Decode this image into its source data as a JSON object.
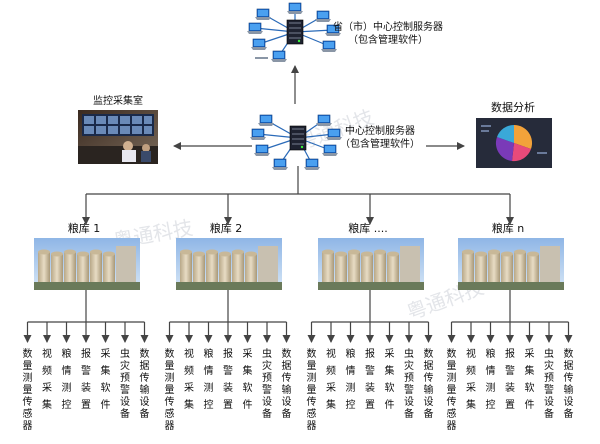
{
  "province_server": {
    "line1": "省（市）中心控制服务器",
    "line2": "（包含管理软件）"
  },
  "center_server": {
    "line1": "中心控制服务器",
    "line2": "（包含管理软件）"
  },
  "monitor_room": {
    "label": "监控采集室"
  },
  "data_analysis": {
    "label": "数据分析"
  },
  "watermark": {
    "text": "粤通科技"
  },
  "warehouses": [
    {
      "label": "粮库 1"
    },
    {
      "label": "粮库 2"
    },
    {
      "label": "粮库 ...."
    },
    {
      "label": "粮库 n"
    }
  ],
  "devices": [
    {
      "label": "数量测量传感器"
    },
    {
      "label": "视频采集"
    },
    {
      "label": "粮情测控"
    },
    {
      "label": "报警装置"
    },
    {
      "label": "采集软件"
    },
    {
      "label": "虫灾预警设备"
    },
    {
      "label": "数据传输设备"
    }
  ],
  "colors": {
    "line": "#444444",
    "sky": "#a9c9ec",
    "silo": "#d8c8a8",
    "monitor": "#1a2a4a",
    "pie_bg": "#262b3a"
  }
}
